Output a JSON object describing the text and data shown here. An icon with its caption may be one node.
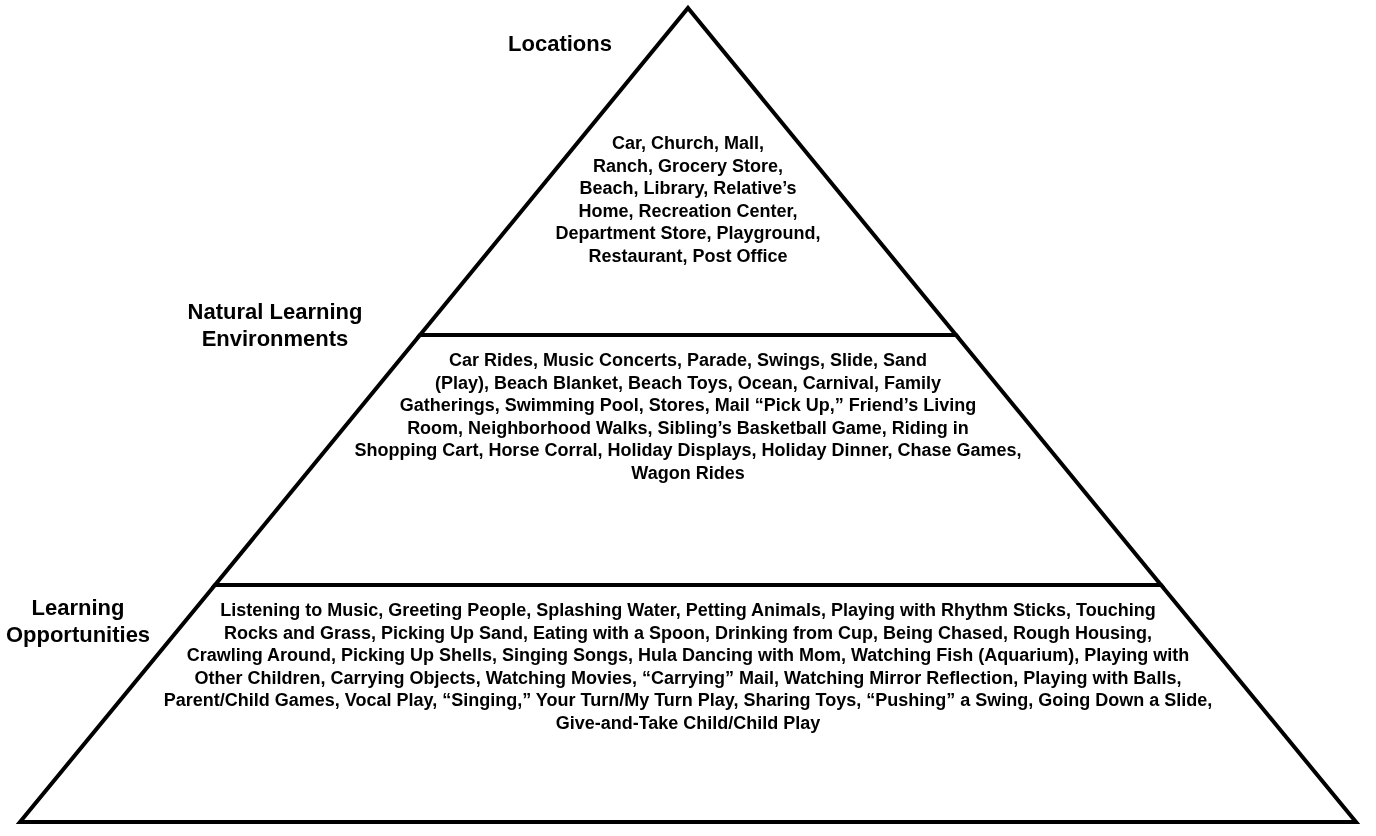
{
  "diagram": {
    "nodes": [
      {
        "text": [
          "Car, Church, Mall, Ranch, Grocery Store, Beach, Library, Relative’s Home, Recreation Center, Department Store, Playground, Restaurant, Post Office"
        ],
        "beside": [
          "Locations"
        ]
      },
      {
        "text": [
          "Car Rides, Music Concerts, Parade, Swings, Slide, Sand (Play), Beach Blanket, Beach Toys, Ocean, Carnival, Family Gatherings, Swimming Pool, Stores, Mail “Pick Up,” Friend’s Living Room, Neighborhood Walks, Sibling’s Basketball Game, Riding in Shopping Cart, Horse Corral, Holiday Displays, Holiday Dinner, Chase Games, Wagon Rides"
        ],
        "beside": [
          "Natural Learning Environments"
        ]
      },
      {
        "text": [
          "Listening to Music, Greeting People, Splashing Water, Petting Animals, Playing with Rhythm Sticks, Touching Rocks and Grass, Picking Up Sand, Eating with a Spoon, Drinking from Cup, Being Chased, Rough Housing, Crawling Around, Picking Up Shells, Singing Songs, Hula Dancing with Mom, Watching Fish (Aquarium), Playing with Other Children, Carrying Objects, Watching Movies, “Carrying” Mail, Watching Mirror Reflection, Playing with Balls, Parent/Child Games, Vocal Play, “Singing,” Your Turn/My Turn Play, Sharing Toys, “Pushing” a Swing, Going Down a Slide, Give-and-Take Child/Child Play"
        ],
        "beside": [
          "Learning Opportunities"
        ]
      }
    ]
  }
}
